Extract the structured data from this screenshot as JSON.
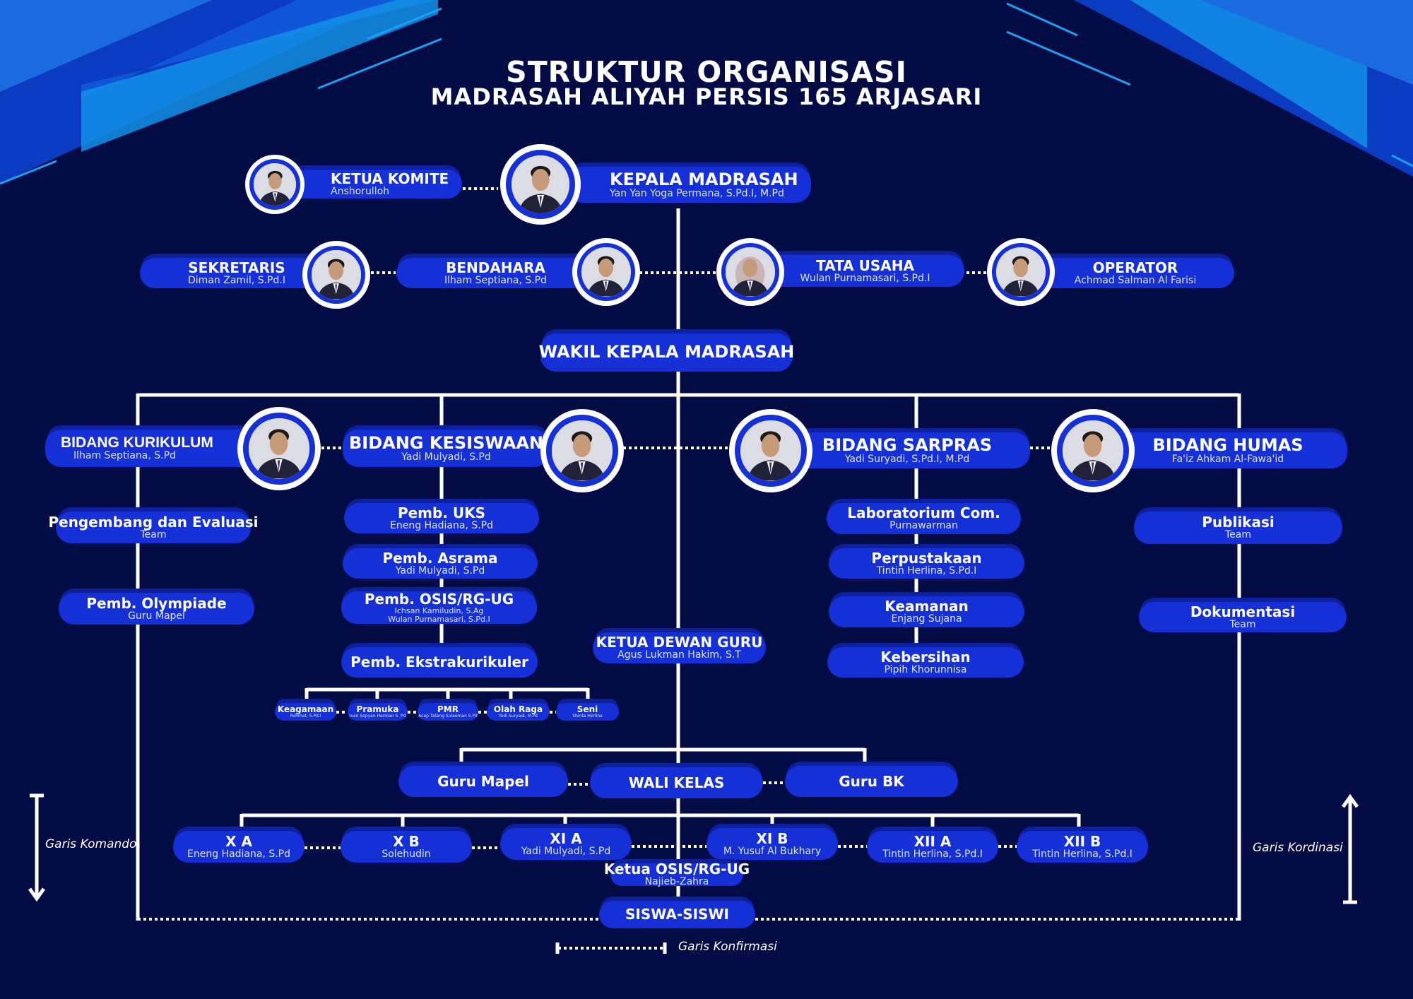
{
  "title": {
    "line1": "STRUKTUR ORGANISASI",
    "line2": "MADRASAH ALIYAH PERSIS 165 ARJASARI"
  },
  "colors": {
    "background": "#030b45",
    "pill": "#1530d6",
    "line": "#ffffff"
  },
  "nodes": {
    "kepala": {
      "title": "KEPALA MADRASAH",
      "name": "Yan Yan Yoga  Permana, S.Pd.I, M.Pd"
    },
    "komite": {
      "title": "KETUA KOMITE",
      "name": "Anshorulloh"
    },
    "sekretaris": {
      "title": "SEKRETARIS",
      "name": "Diman Zamil, S.Pd.I"
    },
    "bendahara": {
      "title": "BENDAHARA",
      "name": "Ilham Septiana, S.Pd"
    },
    "tatausaha": {
      "title": "TATA USAHA",
      "name": "Wulan Purnamasari, S.Pd.I"
    },
    "operator": {
      "title": "OPERATOR",
      "name": "Achmad Salman Al Farisi"
    },
    "wakil": {
      "title": "WAKIL KEPALA MADRASAH"
    },
    "kurikulum": {
      "title": "BIDANG KURIKULUM",
      "name": "Ilham Septiana, S.Pd"
    },
    "kesiswaan": {
      "title": "BIDANG KESISWAAN",
      "name": "Yadi Mulyadi, S.Pd"
    },
    "sarpras": {
      "title": "BIDANG SARPRAS",
      "name": "Yadi Suryadi, S.Pd.I, M.Pd"
    },
    "humas": {
      "title": "BIDANG HUMAS",
      "name": "Fa'iz Ahkam Al-Fawa'id"
    },
    "evaluasi": {
      "title": "Pengembang dan Evaluasi",
      "name": "Team"
    },
    "olympiade": {
      "title": "Pemb. Olympiade",
      "name": "Guru Mapel"
    },
    "uks": {
      "title": "Pemb.  UKS",
      "name": "Eneng Hadiana, S.Pd"
    },
    "asrama": {
      "title": "Pemb. Asrama",
      "name": "Yadi Mulyadi, S.Pd"
    },
    "osis": {
      "title": "Pemb. OSIS/RG-UG",
      "name": "Ichsan Kamiludin, S.Ag",
      "name2": "Wulan Purnamasari, S.Pd.I"
    },
    "ekstra": {
      "title": "Pemb. Ekstrakurikuler"
    },
    "keagamaan": {
      "title": "Keagamaan",
      "name": "Rohmat, S.Pd.I"
    },
    "pramuka": {
      "title": "Pramuka",
      "name": "Ivan Sopyan Herman S. Pd"
    },
    "pmr": {
      "title": "PMR",
      "name": "Acep Tatang Sulaeman S.Pd"
    },
    "olahraga": {
      "title": "Olah Raga",
      "name": "Yadi Suryadi, M.Pd"
    },
    "seni": {
      "title": "Seni",
      "name": "Shinta Herlina"
    },
    "lab": {
      "title": "Laboratorium Com.",
      "name": "Purnawarman"
    },
    "perpus": {
      "title": "Perpustakaan",
      "name": "Tintin Herlina, S.Pd.I"
    },
    "keamanan": {
      "title": "Keamanan",
      "name": "Enjang Sujana"
    },
    "kebersihan": {
      "title": "Kebersihan",
      "name": "Pipih Khorunnisa"
    },
    "publikasi": {
      "title": "Publikasi",
      "name": "Team"
    },
    "dokumentasi": {
      "title": "Dokumentasi",
      "name": "Team"
    },
    "dewanguru": {
      "title": "KETUA DEWAN GURU",
      "name": "Agus Lukman Hakim, S.T"
    },
    "gurumapel": {
      "title": "Guru Mapel"
    },
    "walikelas": {
      "title": "WALI KELAS"
    },
    "gurubk": {
      "title": "Guru BK"
    },
    "xa": {
      "title": "X A",
      "name": "Eneng Hadiana, S.Pd"
    },
    "xb": {
      "title": "X B",
      "name": "Solehudin"
    },
    "xia": {
      "title": "XI A",
      "name": "Yadi Mulyadi, S.Pd"
    },
    "xib": {
      "title": "XI B",
      "name": "M. Yusuf Al Bukhary"
    },
    "xiia": {
      "title": "XII A",
      "name": "Tintin Herlina, S.Pd.I"
    },
    "xiib": {
      "title": "XII B",
      "name": "Tintin Herlina, S.Pd.I"
    },
    "ketuaosis": {
      "title": "Ketua OSIS/RG-UG",
      "name": "Najieb-Zahra"
    },
    "siswa": {
      "title": "SISWA-SISWI"
    }
  },
  "legend": {
    "komando": "Garis Komando",
    "kordinasi": "Garis Kordinasi",
    "konfirmasi": "Garis Konfirmasi"
  }
}
